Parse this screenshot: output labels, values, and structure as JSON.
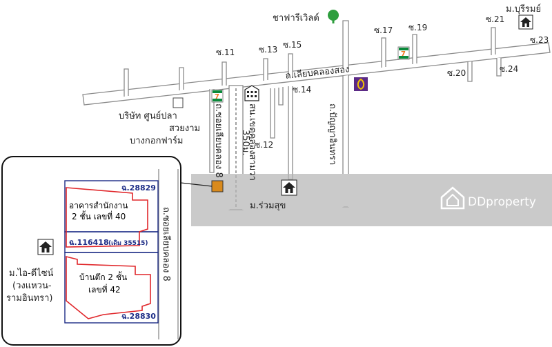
{
  "main_map": {
    "main_road": "ถ.เลียบคลองสอง",
    "sois_north": [
      "ซ.11",
      "ซ.13",
      "ซ.15",
      "ซ.17",
      "ซ.19",
      "ซ.21",
      "ซ.23"
    ],
    "sois_south": [
      "ซ.14",
      "ซ.12",
      "ซ.20",
      "ซ.24"
    ],
    "side_road_left": "ถ.ซอยเลียบคลอง 8",
    "side_road_right": "ถ.ปัญญาอินทรา",
    "distance_label": "350ม.",
    "landmarks": {
      "safari_world": "ชาฟารีเวิลด์",
      "buriram_village": "ม.บุรีรมย์",
      "company_line1": "บริษัท ศูนย์ปลา",
      "company_line2": "สวยงาม",
      "company_line3": "บางกอกฟาร์ม",
      "police_station": "สน.เขตคลองสามวา",
      "ruamsuk_village": "ม.ร่วมสุข"
    }
  },
  "inset_map": {
    "road": "ถ.ซอยเลียบคลอง 8",
    "parcel_top_id": "ฉ.28829",
    "parcel_top_desc_line1": "อาคารสำนักงาน",
    "parcel_top_desc_line2": "2 ชั้น เลขที่ 40",
    "parcel_middle_id": "ฉ.116418",
    "parcel_middle_note": "(เดิม 35515)",
    "parcel_bottom_desc_line1": "บ้านตึก 2 ชั้น",
    "parcel_bottom_desc_line2": "เลขที่ 42",
    "parcel_bottom_id": "ฉ.28830",
    "village_line1": "ม.ไอ-ดีไซน์",
    "village_line2": "(วงแหวน-",
    "village_line3": "รามอินทรา)"
  },
  "watermark": "DDproperty",
  "colors": {
    "parcel_outline": "#e0262a",
    "parcel_box": "#1c2c86",
    "target_marker": "#d98a1c",
    "seven_eleven_green": "#0a8a3a",
    "seven_eleven_orange": "#f07820",
    "tree_green": "#2e9e3e",
    "bank_purple": "#5b2a86",
    "bank_gold": "#f2c200"
  },
  "icons": [
    "house-icon",
    "seven-eleven-icon",
    "tree-icon",
    "bank-icon",
    "police-building-icon",
    "company-square-icon"
  ]
}
